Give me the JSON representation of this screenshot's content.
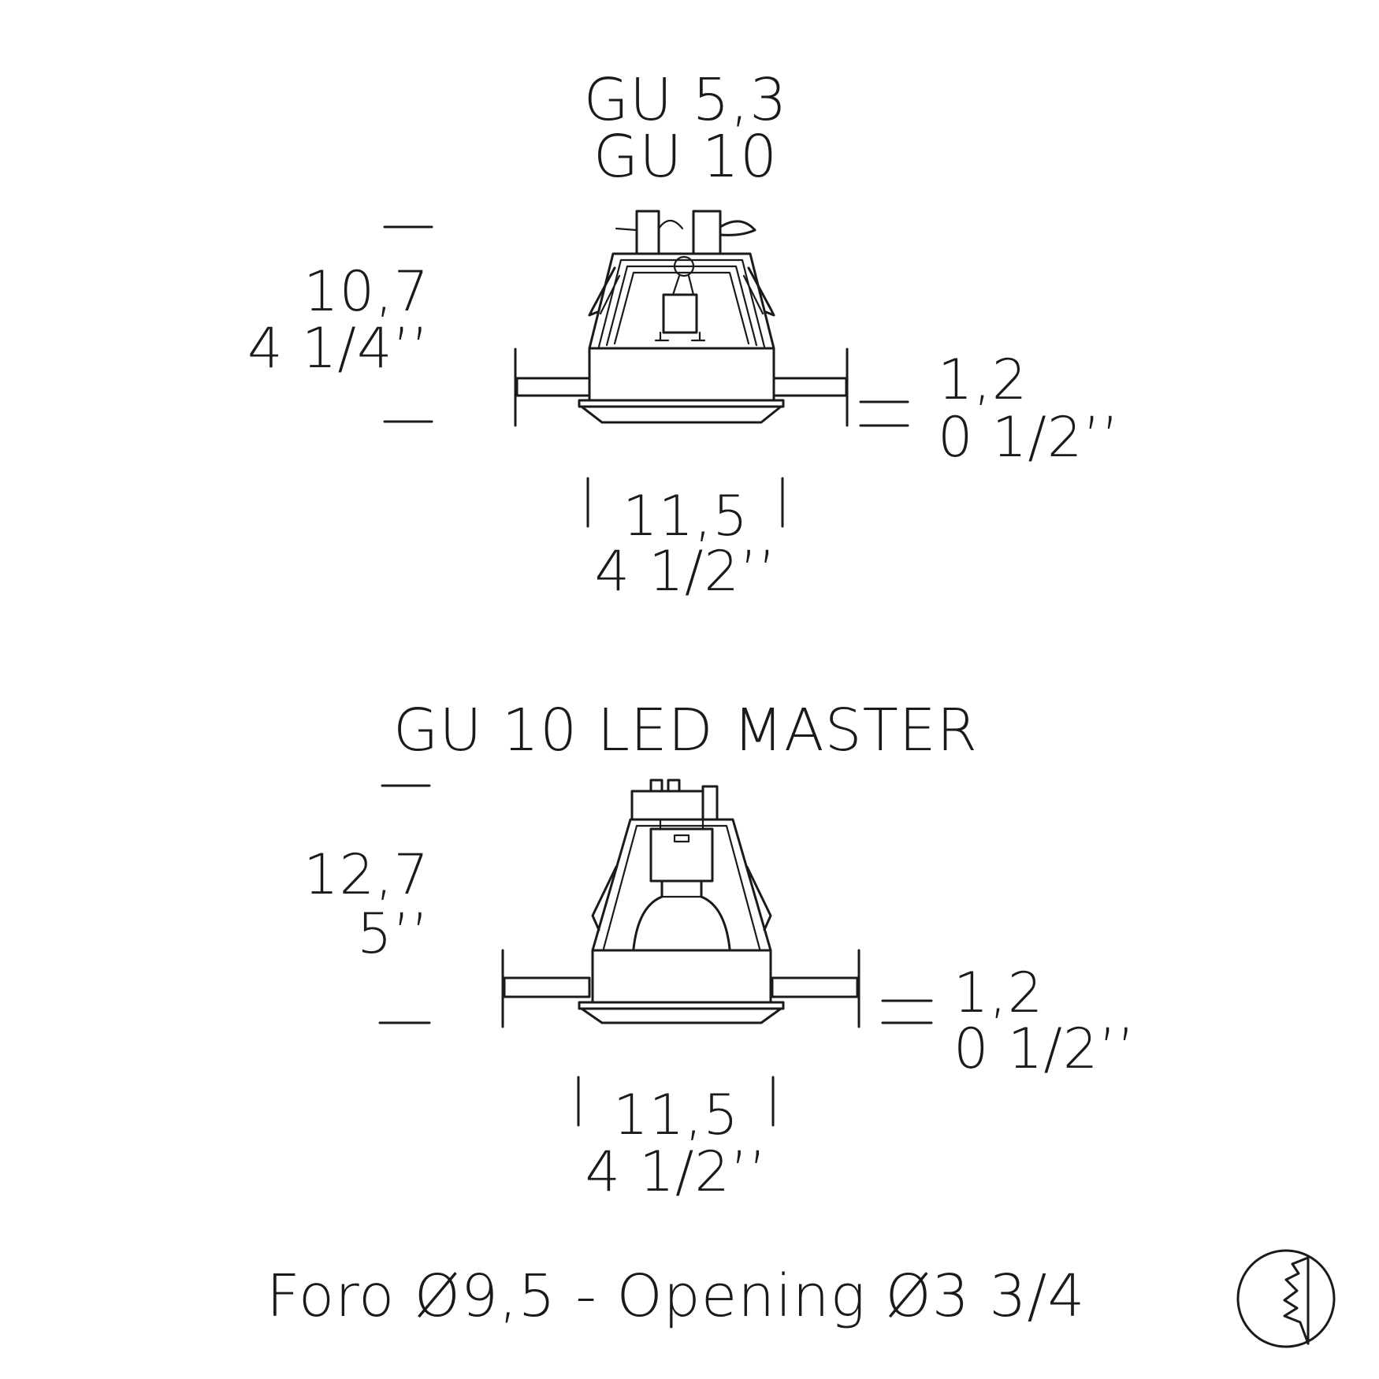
{
  "top": {
    "title_line1": "GU 5,3",
    "title_line2": "GU 10",
    "height_cm": "10,7",
    "height_in": "4 1/4’’",
    "flange_cm": "1,2",
    "flange_in": "0 1/2’’",
    "width_cm": "11,5",
    "width_in": "4 1/2’’"
  },
  "bottom": {
    "title": "GU 10 LED MASTER",
    "height_cm": "12,7",
    "height_in": "5’’",
    "flange_cm": "1,2",
    "flange_in": "0 1/2’’",
    "width_cm": "11,5",
    "width_in": "4 1/2’’"
  },
  "footer": {
    "opening": "Foro Ø9,5 - Opening Ø3 3/4",
    "icon": "ceiling-cut-icon"
  }
}
